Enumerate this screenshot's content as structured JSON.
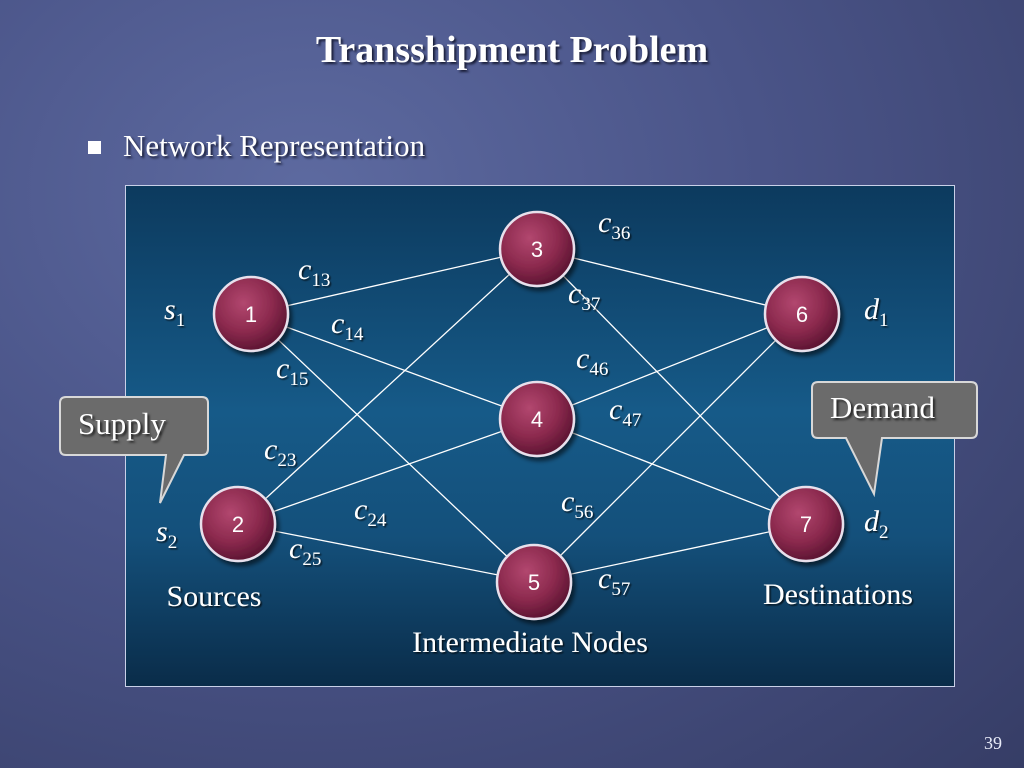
{
  "slide": {
    "title": "Transshipment Problem",
    "bullet": "Network Representation",
    "page_number": "39"
  },
  "callouts": {
    "supply": "Supply",
    "demand": "Demand"
  },
  "diagram": {
    "nodes": [
      {
        "id": "1",
        "label": "1"
      },
      {
        "id": "2",
        "label": "2"
      },
      {
        "id": "3",
        "label": "3"
      },
      {
        "id": "4",
        "label": "4"
      },
      {
        "id": "5",
        "label": "5"
      },
      {
        "id": "6",
        "label": "6"
      },
      {
        "id": "7",
        "label": "7"
      }
    ],
    "edges": [
      {
        "from": "1",
        "to": "3",
        "label": "c",
        "sub": "13"
      },
      {
        "from": "1",
        "to": "4",
        "label": "c",
        "sub": "14"
      },
      {
        "from": "1",
        "to": "5",
        "label": "c",
        "sub": "15"
      },
      {
        "from": "2",
        "to": "3",
        "label": "c",
        "sub": "23"
      },
      {
        "from": "2",
        "to": "4",
        "label": "c",
        "sub": "24"
      },
      {
        "from": "2",
        "to": "5",
        "label": "c",
        "sub": "25"
      },
      {
        "from": "3",
        "to": "6",
        "label": "c",
        "sub": "36"
      },
      {
        "from": "3",
        "to": "7",
        "label": "c",
        "sub": "37"
      },
      {
        "from": "4",
        "to": "6",
        "label": "c",
        "sub": "46"
      },
      {
        "from": "4",
        "to": "7",
        "label": "c",
        "sub": "47"
      },
      {
        "from": "5",
        "to": "6",
        "label": "c",
        "sub": "56"
      },
      {
        "from": "5",
        "to": "7",
        "label": "c",
        "sub": "57"
      }
    ],
    "node_labels": [
      {
        "node": "1",
        "label": "s",
        "sub": "1"
      },
      {
        "node": "2",
        "label": "s",
        "sub": "2"
      },
      {
        "node": "6",
        "label": "d",
        "sub": "1"
      },
      {
        "node": "7",
        "label": "d",
        "sub": "2"
      }
    ],
    "group_labels": {
      "sources": "Sources",
      "intermediate": "Intermediate Nodes",
      "destinations": "Destinations"
    },
    "colors": {
      "node_fill": "#8c2a4e",
      "node_stroke": "#e8e0ec",
      "edge": "#ffffff"
    }
  }
}
